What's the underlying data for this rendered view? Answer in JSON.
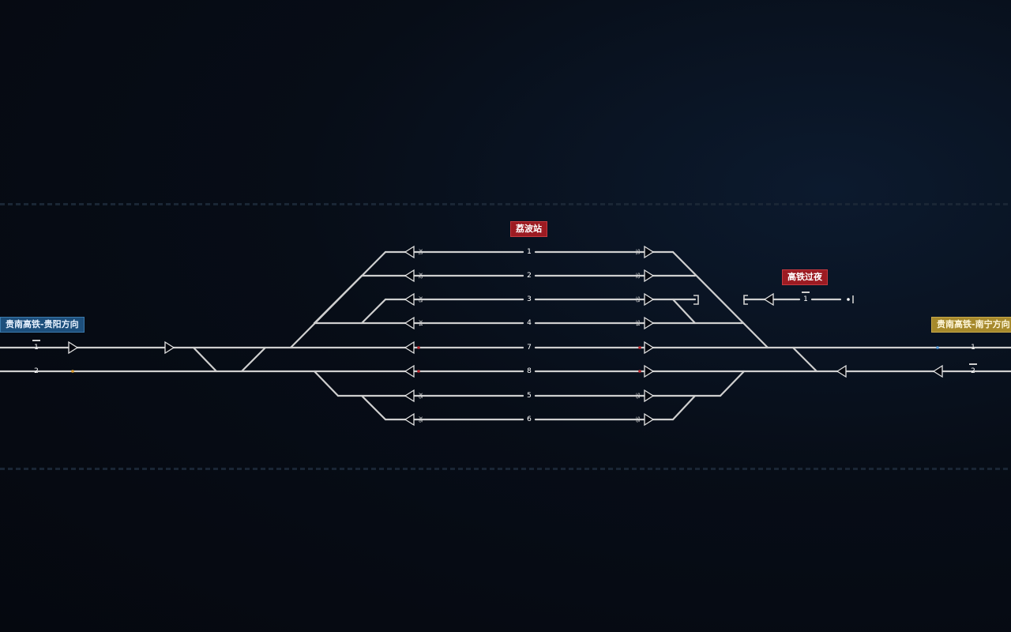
{
  "station": {
    "name": "荔波站",
    "tracks": [
      {
        "label": "1",
        "left_code": "X1",
        "right_code": "S1"
      },
      {
        "label": "2",
        "left_code": "X2",
        "right_code": "S2"
      },
      {
        "label": "3",
        "left_code": "X3",
        "right_code": "S3"
      },
      {
        "label": "4",
        "left_code": "X4",
        "right_code": "S4"
      },
      {
        "label": "7",
        "left_code": "",
        "right_code": ""
      },
      {
        "label": "8",
        "left_code": "",
        "right_code": ""
      },
      {
        "label": "5",
        "left_code": "X5",
        "right_code": "S5"
      },
      {
        "label": "6",
        "left_code": "X6",
        "right_code": "S6"
      }
    ]
  },
  "overnight": {
    "name": "高铁过夜",
    "track_label": "1"
  },
  "west": {
    "name": "贵南高铁-贵阳方向",
    "line1": "1",
    "line2": "2"
  },
  "east": {
    "name": "贵南高铁-南宁方向",
    "line1": "1",
    "line2": "2"
  },
  "colors": {
    "track": "#cfcfcf",
    "signal_stroke": "#e2e2e2",
    "station_label": "#9c1b22",
    "west_label": "#1d4f7c",
    "east_label": "#a6892c",
    "red_light": "#c0282f"
  }
}
